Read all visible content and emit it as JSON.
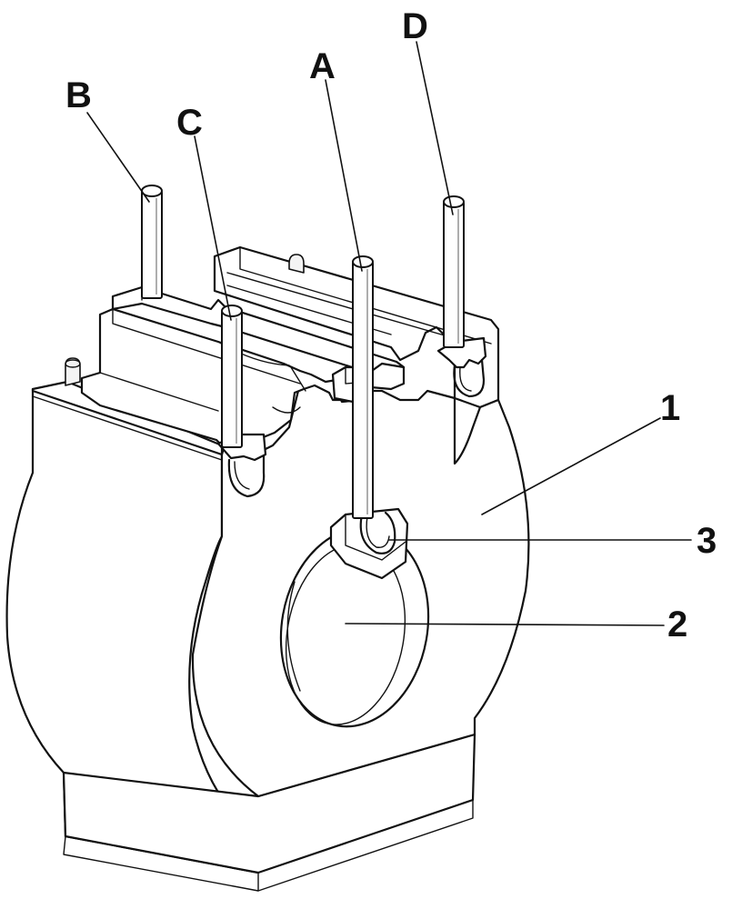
{
  "labels": {
    "pin_a": "A",
    "pin_b": "B",
    "pin_c": "C",
    "pin_d": "D",
    "part_1": "1",
    "part_2": "2",
    "part_3": "3"
  },
  "colors": {
    "line": "#111111",
    "background": "#ffffff"
  }
}
